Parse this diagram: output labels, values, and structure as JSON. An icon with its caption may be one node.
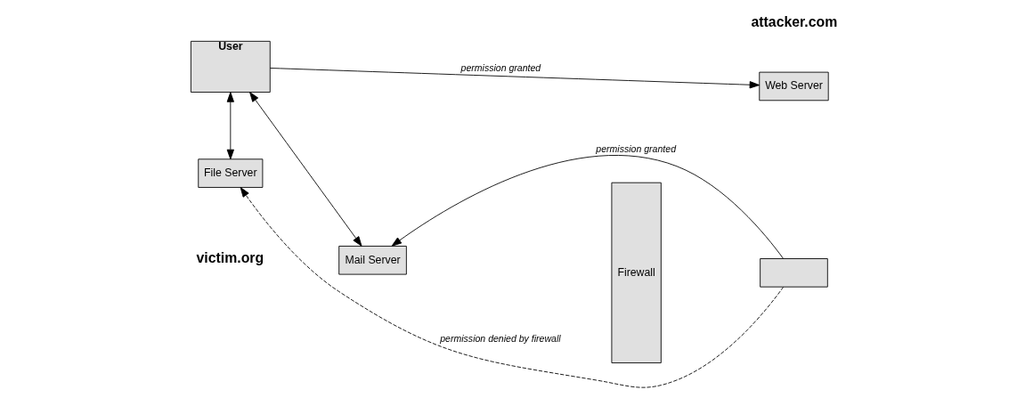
{
  "diagram": {
    "nodes": [
      {
        "text": [
          "User"
        ]
      },
      {
        "text": [
          "Mail Server"
        ]
      },
      {
        "text": [
          "File Server"
        ]
      },
      {
        "text": [
          "Web Server"
        ]
      },
      {
        "text": [
          "Firewall"
        ]
      },
      {
        "text": [],
        "shape": "box"
      }
    ],
    "edges": [
      {
        "from": 0,
        "to": 1,
        "arrow": "both"
      },
      {
        "from": 5,
        "to": 1,
        "arrow": "to",
        "label": "permission granted"
      },
      {
        "from": 0,
        "to": 3,
        "arrow": "to",
        "label": "permission granted"
      },
      {
        "from": 5,
        "to": 2,
        "arrow": "to",
        "label": "permission denied by firewall",
        "style": "dashed"
      },
      {
        "from": 0,
        "to": 2,
        "arrow": "both"
      }
    ],
    "labels": [
      "victim.org",
      "attacker.com"
    ]
  }
}
